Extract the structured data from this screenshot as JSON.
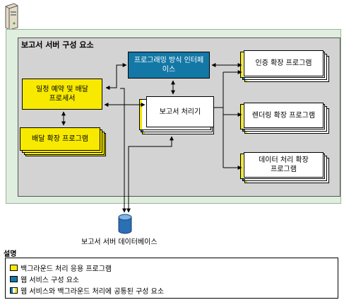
{
  "diagram": {
    "title": "보고서 서버 구성 요소",
    "programming_interface": "프로그래밍 방식 인터페이스",
    "scheduling_delivery": "일정 예약 및 배달 프로세서",
    "delivery_extensions": "배달 확장 프로그램",
    "report_processor": "보고서 처리기",
    "auth_extensions": "인증 확장 프로그램",
    "rendering_extensions": "렌더링 확장 프로그램",
    "data_processing_extensions": "데이터 처리 확장 프로그램",
    "database_label": "보고서 서버 데이터베이스",
    "server_icon": "server-icon",
    "database_icon": "database-icon"
  },
  "legend": {
    "title": "설명",
    "items": [
      {
        "label": "백그라운드 처리 응용 프로그램",
        "color": "#f7ea00"
      },
      {
        "label": "웹 서비스 구성 요소",
        "color": "#1478a6"
      },
      {
        "label": "웹 서비스와 백그라운드 처리에 공통된 구성 요소",
        "colors": [
          "#1478a6",
          "#ffffff",
          "#f7ea00"
        ]
      }
    ]
  }
}
